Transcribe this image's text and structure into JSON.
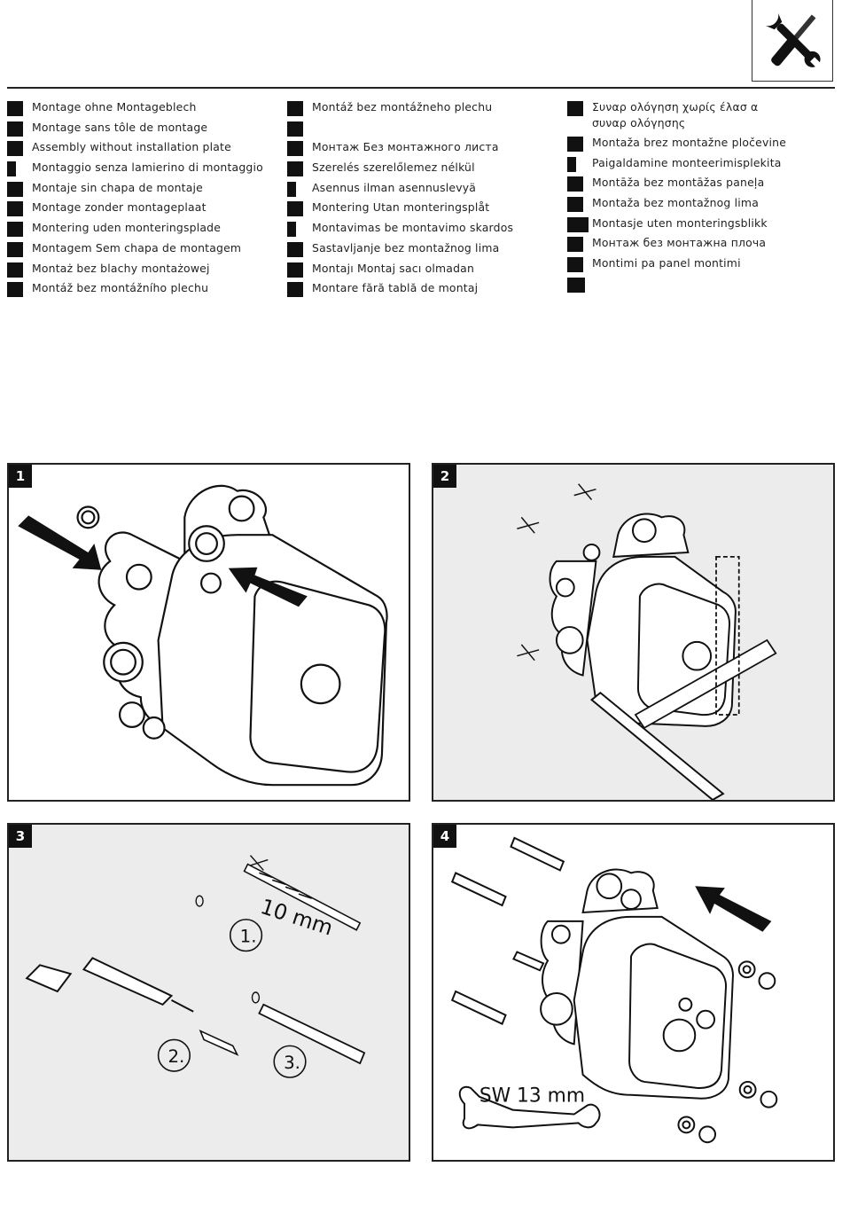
{
  "header": {
    "tool_icon": "wrench-screwdriver-icon"
  },
  "columns": [
    [
      "Montage ohne Montageblech",
      "Montage sans tôle de montage",
      "Assembly without installation plate",
      "Montaggio senza lamierino di montaggio",
      "Montaje sin chapa de montaje",
      "Montage zonder montageplaat",
      "Montering uden monteringsplade",
      "Montagem Sem chapa de montagem",
      "Montaż bez blachy montażowej",
      "Montáž bez montážního plechu"
    ],
    [
      "Montáž bez montážneho plechu",
      "",
      "Монтаж Без монтажного листа",
      "Szerelés szerelőlemez nélkül",
      "Asennus ilman asennuslevyä",
      "Montering Utan monteringsplåt",
      "Montavimas be montavimo skardos",
      "Sastavljanje bez montažnog lima",
      "Montajı Montaj sacı olmadan",
      "Montare fără tablă de montaj"
    ],
    [
      "Συναρ  ολόγηση χωρίς έλασ  α συναρ  ολόγησης",
      "Montaža brez montažne pločevine",
      "Paigaldamine monteerimisplekita",
      "Montāža bez montāžas paneļa",
      "Montaža bez montažnog lima",
      "Montasje uten monteringsblikk",
      "Монтаж без монтажна плоча",
      "Montimi pa panel montimi",
      ""
    ]
  ],
  "steps": [
    {
      "number": "1"
    },
    {
      "number": "2"
    },
    {
      "number": "3",
      "drill_label": "10 mm",
      "sub1": "1.",
      "sub2": "2.",
      "sub3": "3."
    },
    {
      "number": "4",
      "wrench_label": "SW 13 mm"
    }
  ]
}
